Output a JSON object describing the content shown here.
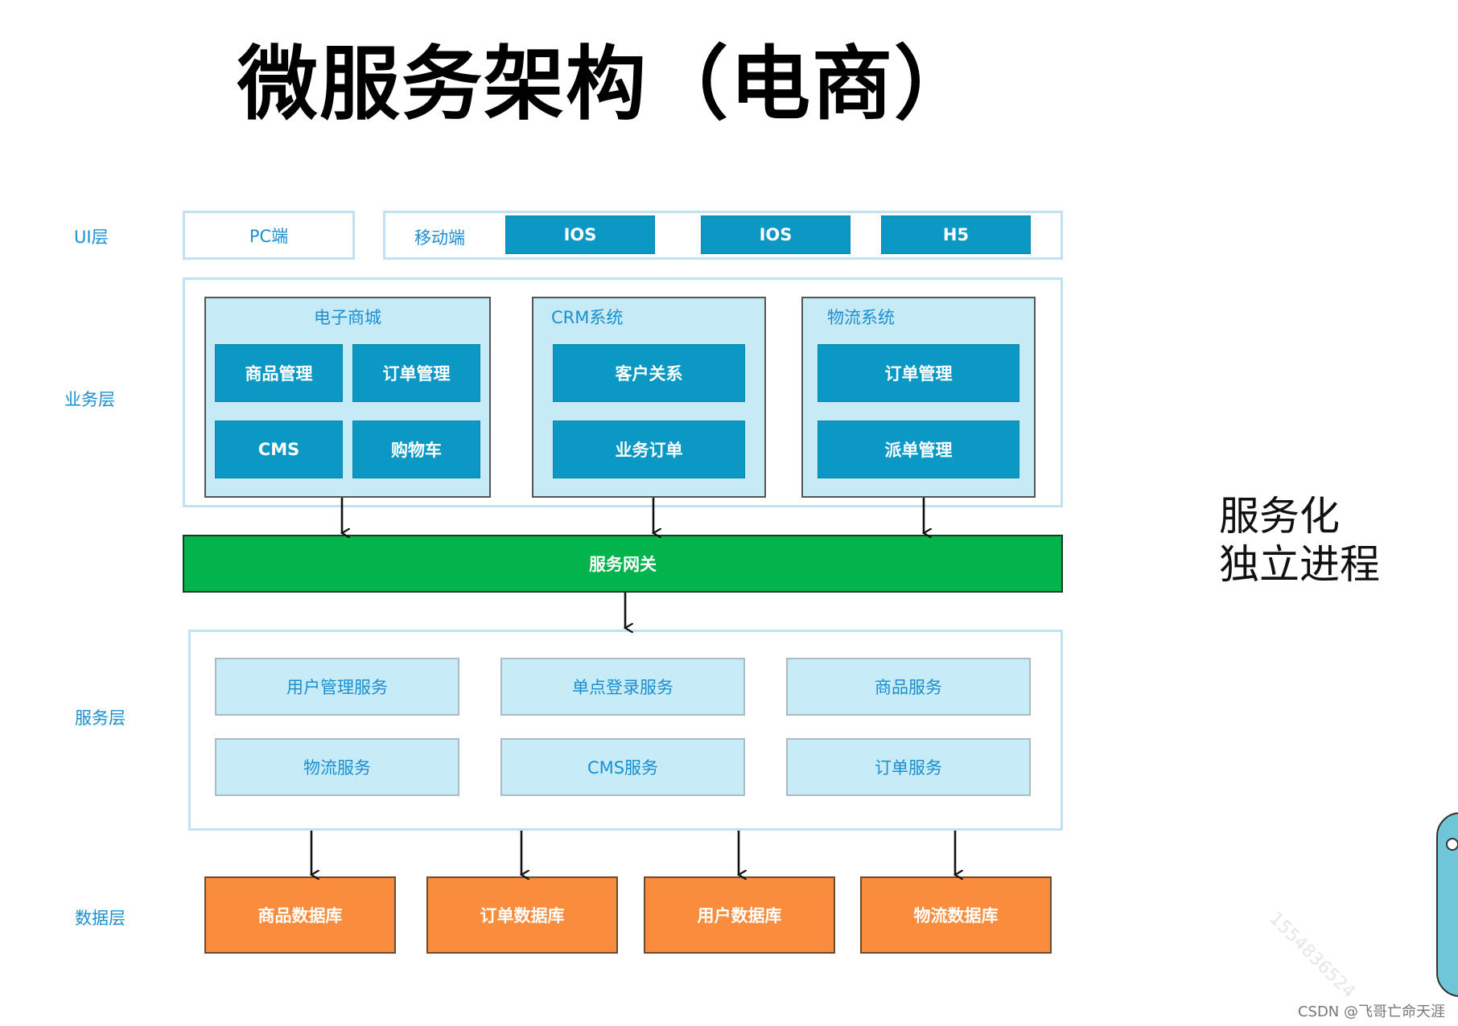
{
  "title": "微服务架构（电商）",
  "layers": {
    "ui": "UI层",
    "business": "业务层",
    "service": "服务层",
    "data": "数据层"
  },
  "ui_layer": {
    "pc": "PC端",
    "mobile_label": "移动端",
    "mobile_items": [
      "IOS",
      "IOS",
      "H5"
    ]
  },
  "business_layer": {
    "ecommerce": {
      "title": "电子商城",
      "items": [
        "商品管理",
        "订单管理",
        "CMS",
        "购物车"
      ]
    },
    "crm": {
      "title": "CRM系统",
      "items": [
        "客户关系",
        "业务订单"
      ]
    },
    "logistics": {
      "title": "物流系统",
      "items": [
        "订单管理",
        "派单管理"
      ]
    }
  },
  "gateway": "服务网关",
  "service_layer": [
    "用户管理服务",
    "单点登录服务",
    "商品服务",
    "物流服务",
    "CMS服务",
    "订单服务"
  ],
  "data_layer": [
    "商品数据库",
    "订单数据库",
    "用户数据库",
    "物流数据库"
  ],
  "side_note": [
    "服务化",
    "独立进程"
  ],
  "watermark": "1554836524",
  "credit": "CSDN @飞哥亡命天涯",
  "colors": {
    "teal": "#0b98c4",
    "light_blue": "#c8ecf7",
    "frame": "#bfe3f5",
    "gateway_green": "#03b34c",
    "database_orange": "#fa8c3e",
    "label_blue": "#1a8fd0"
  }
}
